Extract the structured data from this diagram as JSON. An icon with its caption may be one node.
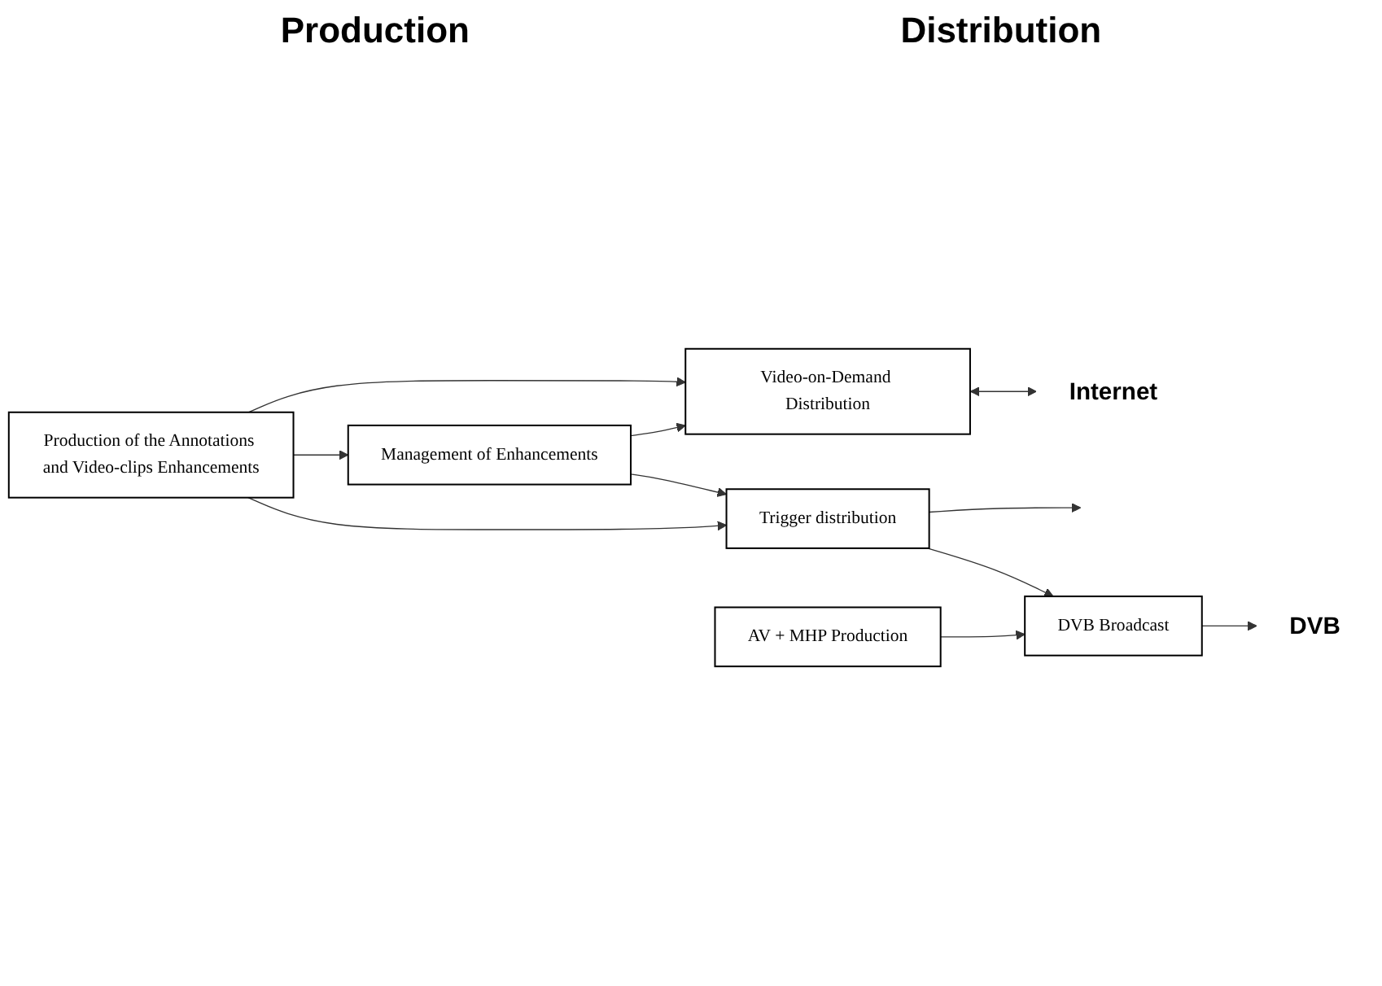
{
  "diagram": {
    "nodes": [
      {
        "text": [
          "Production of the Annotations and Video-clips Enhancements"
        ]
      },
      {
        "text": [
          "Video-on-Demand Distribution"
        ]
      },
      {
        "text": [
          "Internet"
        ]
      },
      {
        "text": [
          "Management of Enhancements"
        ]
      },
      {
        "text": [
          "Trigger distribution"
        ]
      },
      {
        "text": [
          "AV + MHP Production"
        ]
      },
      {
        "text": [
          "DVB Broadcast"
        ]
      },
      {
        "text": [
          "DVB"
        ]
      }
    ],
    "edges": [
      {
        "from": 0,
        "to": 1,
        "arrow": "to"
      },
      {
        "from": 1,
        "to": 2,
        "arrow": "both"
      },
      {
        "from": 0,
        "to": 3,
        "arrow": "to"
      },
      {
        "from": 0,
        "to": 4,
        "arrow": "to"
      },
      {
        "from": 3,
        "to": 1,
        "arrow": "to"
      },
      {
        "from": 3,
        "to": 4,
        "arrow": "to"
      },
      {
        "from": 4,
        "to": null,
        "arrow": "to"
      },
      {
        "from": 4,
        "to": 6,
        "arrow": "to"
      },
      {
        "from": 5,
        "to": 6,
        "arrow": "to"
      },
      {
        "from": 6,
        "to": 7,
        "arrow": "to"
      }
    ],
    "labels": [
      "Production",
      "Distribution"
    ]
  }
}
